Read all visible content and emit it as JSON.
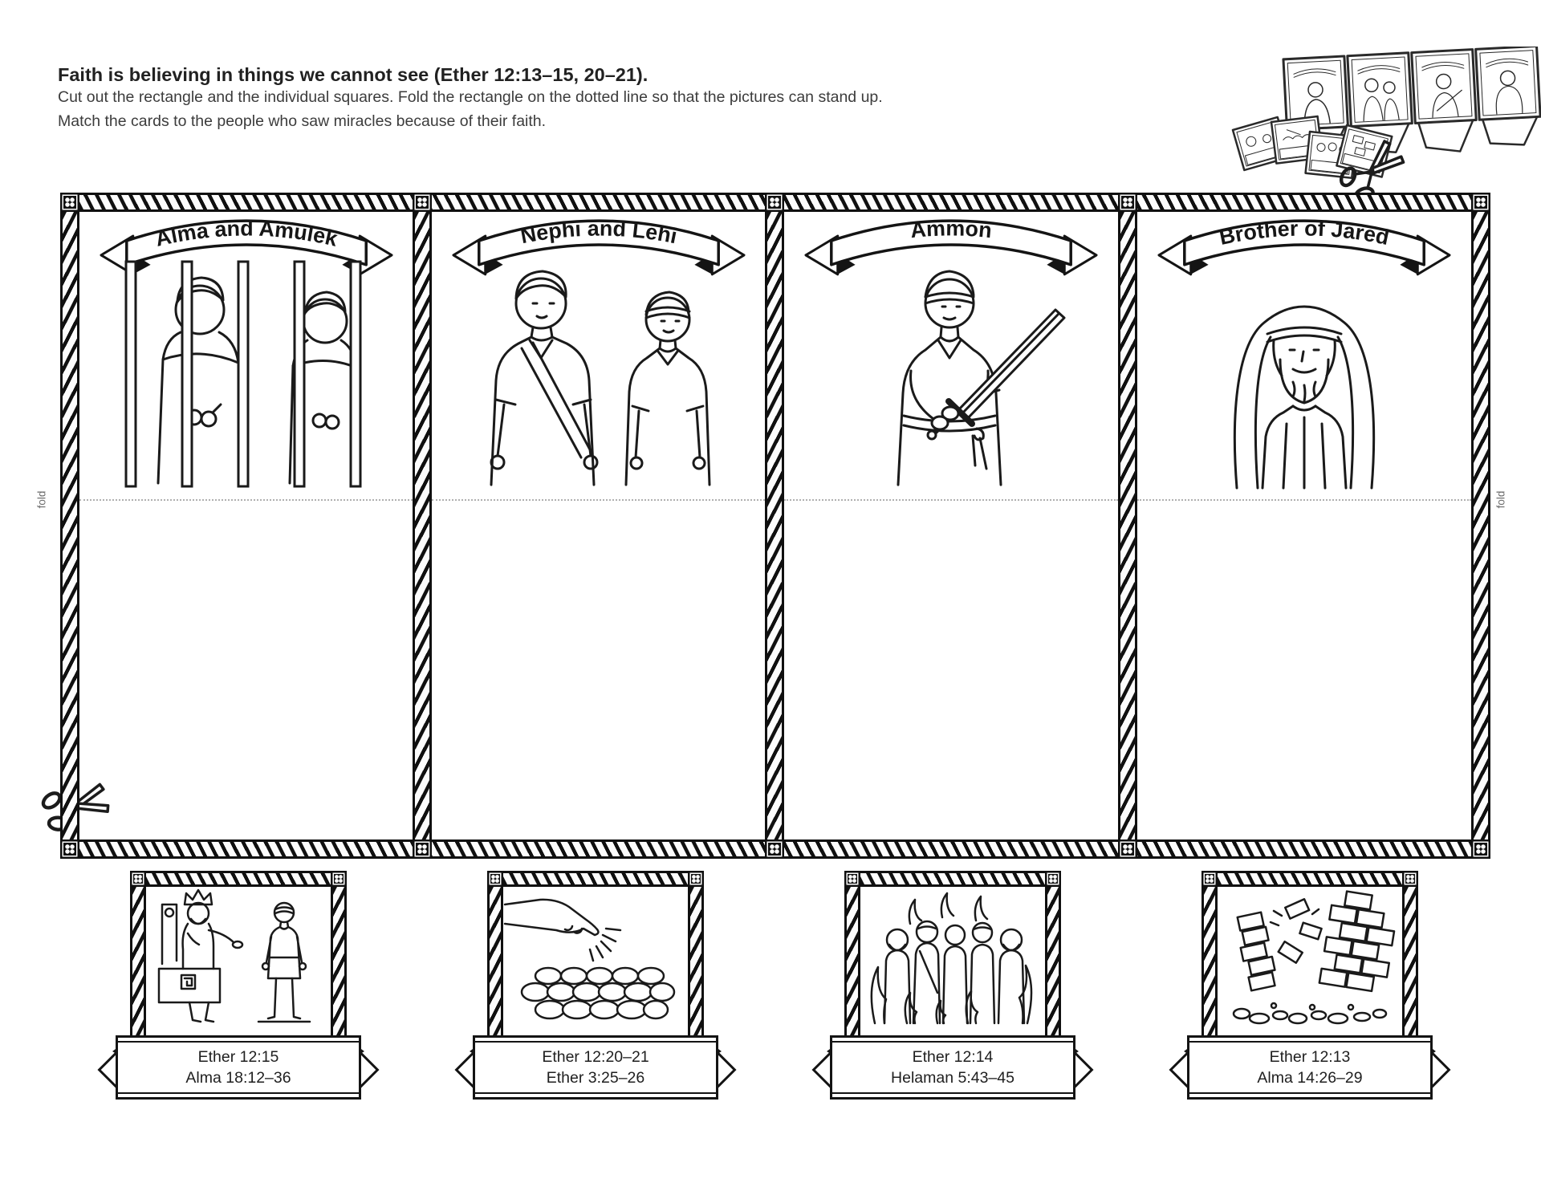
{
  "header": {
    "title": "Faith is believing in things we cannot see (Ether 12:13–15, 20–21).",
    "instructions": [
      "Cut out the rectangle and the individual squares. Fold the rectangle on the dotted line so that the pictures can stand up.",
      "Match the cards to the people who saw miracles because of their faith."
    ]
  },
  "board": {
    "fold_label_left": "fold",
    "fold_label_right": "fold",
    "panels": [
      {
        "title": "Alma and Amulek",
        "illustration": "alma-and-amulek-behind-prison-bars"
      },
      {
        "title": "Nephi and Lehi",
        "illustration": "nephi-and-lehi-standing"
      },
      {
        "title": "Ammon",
        "illustration": "ammon-holding-sword"
      },
      {
        "title": "Brother of Jared",
        "illustration": "brother-of-jared-with-head-covering"
      }
    ]
  },
  "cards": [
    {
      "reference_1": "Ether 12:15",
      "reference_2": "Alma 18:12–36",
      "illustration": "ammon-before-king-lamoni"
    },
    {
      "reference_1": "Ether 12:20–21",
      "reference_2": "Ether 3:25–26",
      "illustration": "finger-touching-sixteen-stones"
    },
    {
      "reference_1": "Ether 12:14",
      "reference_2": "Helaman 5:43–45",
      "illustration": "people-encircled-by-fire"
    },
    {
      "reference_1": "Ether 12:13",
      "reference_2": "Alma 14:26–29",
      "illustration": "prison-walls-collapsing"
    }
  ],
  "icons": {
    "scissors_top_right": "scissors-icon",
    "scissors_left": "scissors-icon"
  },
  "colors": {
    "ink": "#141414",
    "body_text": "#3c3c3c",
    "fold_text": "#6a6a6a",
    "dotted_fold_line": "#b0b0b0"
  }
}
